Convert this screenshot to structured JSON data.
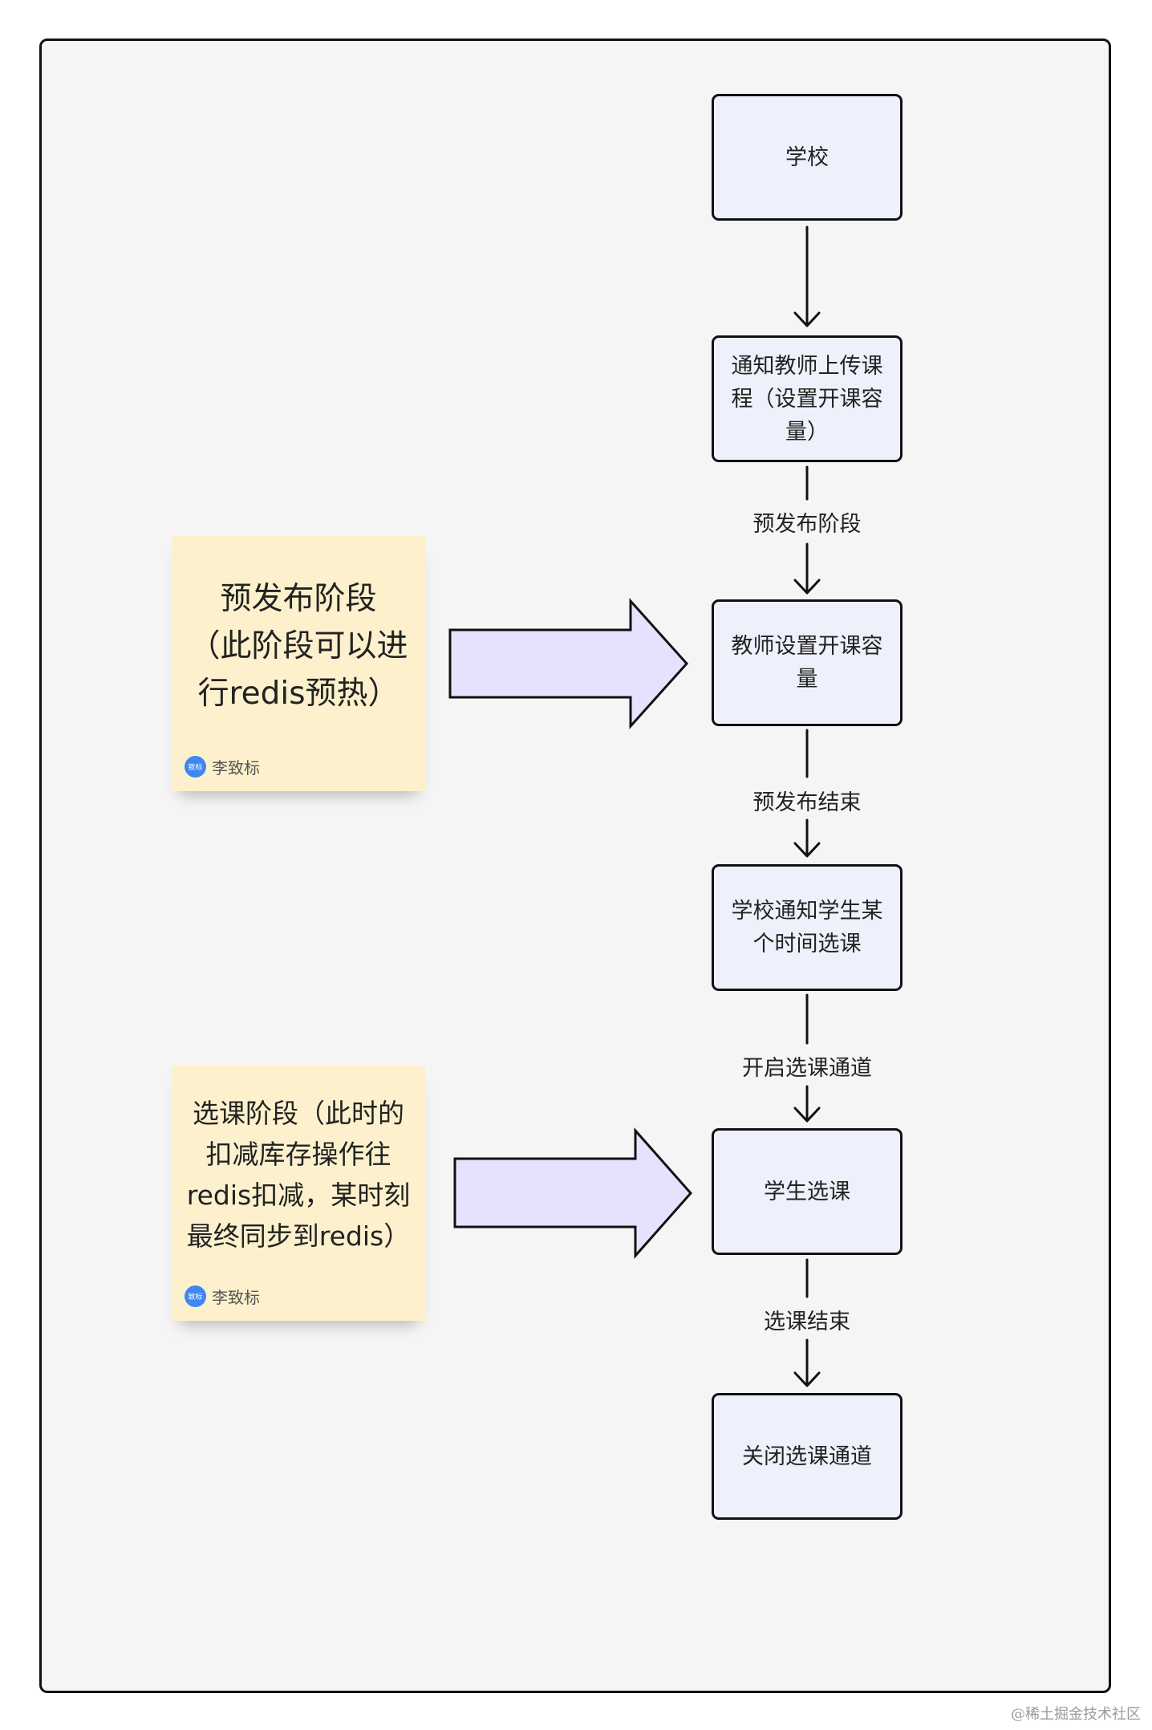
{
  "nodes": {
    "school": "学校",
    "notify_teacher": "通知教师上传课程（设置开课容量）",
    "teacher_set_capacity": "教师设置开课容量",
    "notify_students": "学校通知学生某个时间选课",
    "students_select": "学生选课",
    "close_channel": "关闭选课通道"
  },
  "edges": {
    "pre_release_phase": "预发布阶段",
    "pre_release_end": "预发布结束",
    "open_channel": "开启选课通道",
    "selection_end": "选课结束"
  },
  "notes": [
    {
      "text": "预发布阶段\n（此阶段可以进\n行redis预热）",
      "author": "李致标",
      "avatar": "致标"
    },
    {
      "text": "选课阶段（此时的\n扣减库存操作往\nredis扣减，某时刻\n最终同步到redis）",
      "author": "李致标",
      "avatar": "致标"
    }
  ],
  "colors": {
    "node_fill": "#eef1fb",
    "note_fill": "#fdf1cd",
    "block_arrow_fill": "#e6e2fd",
    "stroke": "#111111",
    "canvas": "#f5f5f5",
    "avatar": "#3f86f2"
  },
  "watermark": "@稀土掘金技术社区"
}
